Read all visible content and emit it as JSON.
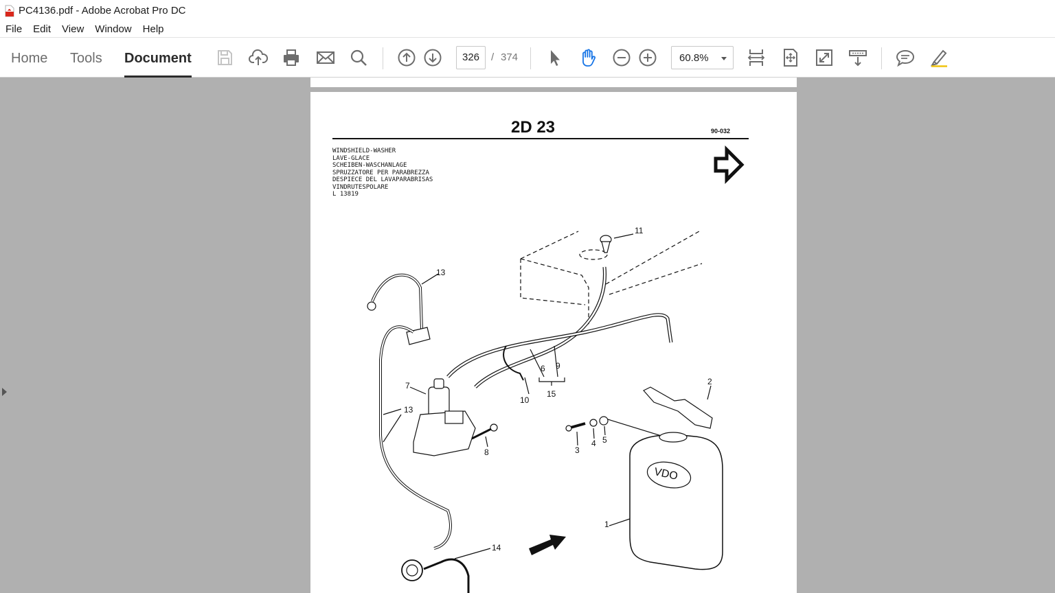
{
  "window": {
    "title": "PC4136.pdf - Adobe Acrobat Pro DC"
  },
  "menu": {
    "items": [
      "File",
      "Edit",
      "View",
      "Window",
      "Help"
    ]
  },
  "toolbar": {
    "tabs": [
      "Home",
      "Tools",
      "Document"
    ],
    "active_tab": "Document",
    "page_current": "326",
    "page_separator": "/",
    "page_total": "374",
    "zoom": "60.8%"
  },
  "document": {
    "code": "2D 23",
    "ref": "90-032",
    "titles": [
      "WINDSHIELD-WASHER",
      "LAVE-GLACE",
      "SCHEIBEN-WASCHANLAGE",
      "SPRUZZATORE PER PARABREZZA",
      "DESPIECE DEL LAVAPARABRISAS",
      "VINDRUTESPOLARE",
      "L 13819"
    ],
    "callouts": {
      "c1": "1",
      "c2": "2",
      "c3": "3",
      "c4": "4",
      "c5": "5",
      "c6": "6",
      "c7": "7",
      "c8": "8",
      "c9": "9",
      "c10": "10",
      "c11": "11",
      "c13a": "13",
      "c13b": "13",
      "c14": "14",
      "c15": "15",
      "vdo": "VDO"
    }
  },
  "colors": {
    "accent_text": "#2b2b2b",
    "workspace": "#b0b0b0",
    "pdf_icon": "#d9281c"
  }
}
